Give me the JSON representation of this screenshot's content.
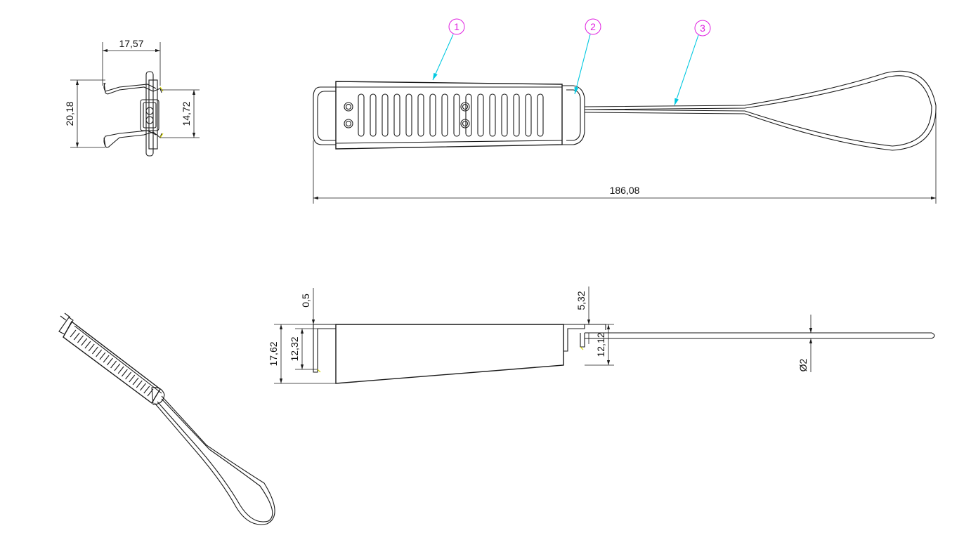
{
  "dimensions": {
    "end_width": "17,57",
    "end_height": "20,18",
    "end_inner_height": "14,72",
    "overall_length": "186,08",
    "wall_thickness": "0,5",
    "body_height": "17,62",
    "body_inner_height": "12,32",
    "tail_offset": "5,32",
    "tail_height": "12,12",
    "wire_diameter": "Ø2"
  },
  "balloons": [
    "1",
    "2",
    "3"
  ],
  "colors": {
    "line": "#1a1a1a",
    "leader": "#00c8e0",
    "balloon": "#e020e0",
    "highlight": "#d8d800"
  }
}
